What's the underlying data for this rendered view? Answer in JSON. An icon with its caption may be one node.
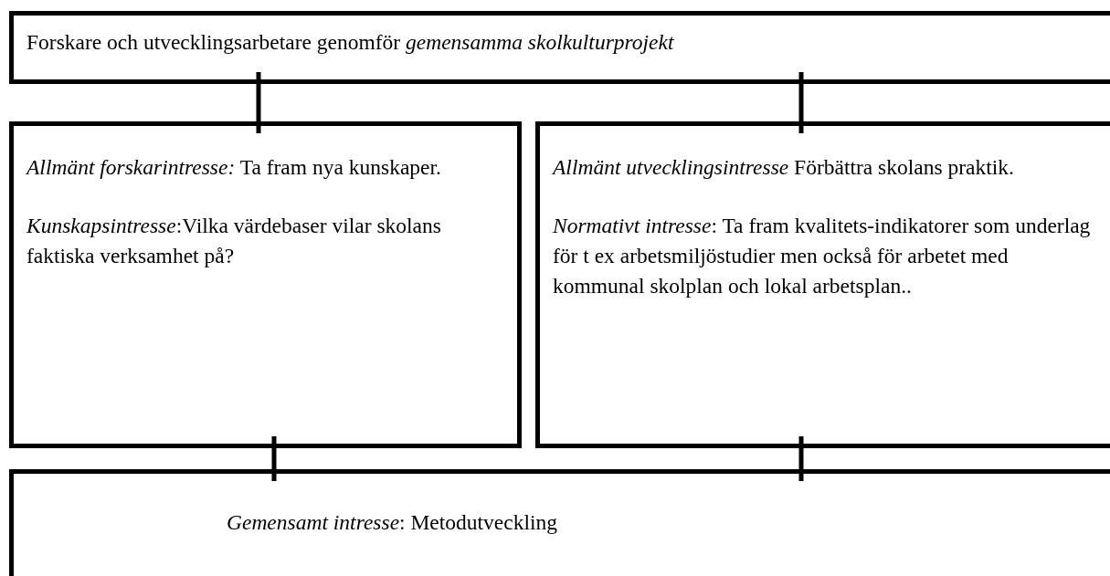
{
  "diagram": {
    "nodes": [
      {
        "text": [
          "Forskare och utvecklingsarbetare genomför *gemensamma skolkulturprojekt*"
        ]
      },
      {
        "text": [
          "*Allmänt forskarintresse:* Ta fram nya kunskaper.",
          "*Kunskapsintresse*:Vilka värdebaser vilar skolans faktiska verksamhet på?"
        ]
      },
      {
        "text": [
          "*Allmänt utvecklingsintresse* Förbättra skolans praktik.",
          "*Normativt intresse*: Ta fram kvalitets-indikatorer som underlag för t ex arbetsmiljöstudier men också för arbetet med kommunal skolplan och lokal arbetsplan.."
        ]
      },
      {
        "text": [
          "*Gemensamt intresse*: Metodutveckling"
        ]
      }
    ],
    "edges": [
      {
        "from": 0,
        "to": 1,
        "arrow": "none"
      },
      {
        "from": 0,
        "to": 2,
        "arrow": "none"
      },
      {
        "from": 1,
        "to": 3,
        "arrow": "none"
      },
      {
        "from": 2,
        "to": 3,
        "arrow": "none"
      }
    ]
  }
}
